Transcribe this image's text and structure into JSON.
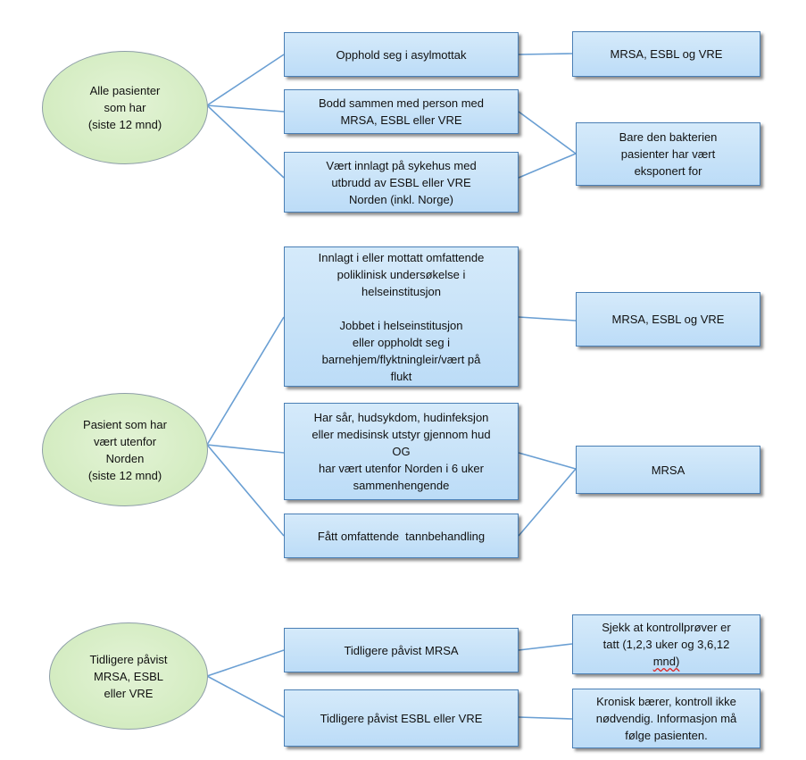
{
  "groups": {
    "g1": {
      "oval": [
        "Alle pasienter",
        "som har",
        "(siste 12 mnd)"
      ],
      "boxes": {
        "asyl": [
          "Opphold seg i asylmottak"
        ],
        "bodd": [
          "Bodd sammen med person med",
          "MRSA, ESBL eller VRE"
        ],
        "innlagt": [
          "Vært innlagt på sykehus med",
          "utbrudd av ESBL eller VRE",
          "Norden (inkl. Norge)"
        ]
      },
      "results": {
        "all": [
          "MRSA, ESBL og VRE"
        ],
        "bare": [
          "Bare den bakterien",
          "pasienter har vært",
          "eksponert for"
        ]
      }
    },
    "g2": {
      "oval": [
        "Pasient som har",
        "vært utenfor",
        "Norden",
        "(siste 12 mnd)"
      ],
      "boxes": {
        "helse_a": [
          "Innlagt i eller mottatt omfattende",
          "poliklinisk undersøkelse i",
          "helseinstitusjon"
        ],
        "helse_b": [
          "Jobbet i helseinstitusjon",
          "eller oppholdt seg i",
          "barnehjem/flyktningleir/vært på",
          "flukt"
        ],
        "saar": [
          "Har sår, hudsykdom, hudinfeksjon",
          "eller medisinsk utstyr gjennom hud",
          "OG",
          "har vært utenfor Norden i 6 uker",
          "sammenhengende"
        ],
        "tann": [
          "Fått omfattende  tannbehandling"
        ]
      },
      "results": {
        "all": [
          "MRSA, ESBL og VRE"
        ],
        "mrsa": [
          "MRSA"
        ]
      }
    },
    "g3": {
      "oval": [
        "Tidligere påvist",
        "MRSA, ESBL",
        "eller VRE"
      ],
      "boxes": {
        "mrsa": [
          "Tidligere påvist MRSA"
        ],
        "esbl": [
          "Tidligere påvist ESBL eller VRE"
        ]
      },
      "results": {
        "sjekk": [
          "Sjekk at kontrollprøver er",
          "tatt (1,2,3 uker og 3,6,12",
          "mnd)"
        ],
        "kronisk": [
          "Kronisk bærer, kontroll ikke",
          "nødvendig. Informasjon må",
          "følge pasienten."
        ]
      }
    }
  },
  "colors": {
    "connector": "#6a9fd3",
    "box_border": "#4a7fb5",
    "box_fill": "#c8e2f8",
    "oval_fill": "#d4ecc2"
  }
}
